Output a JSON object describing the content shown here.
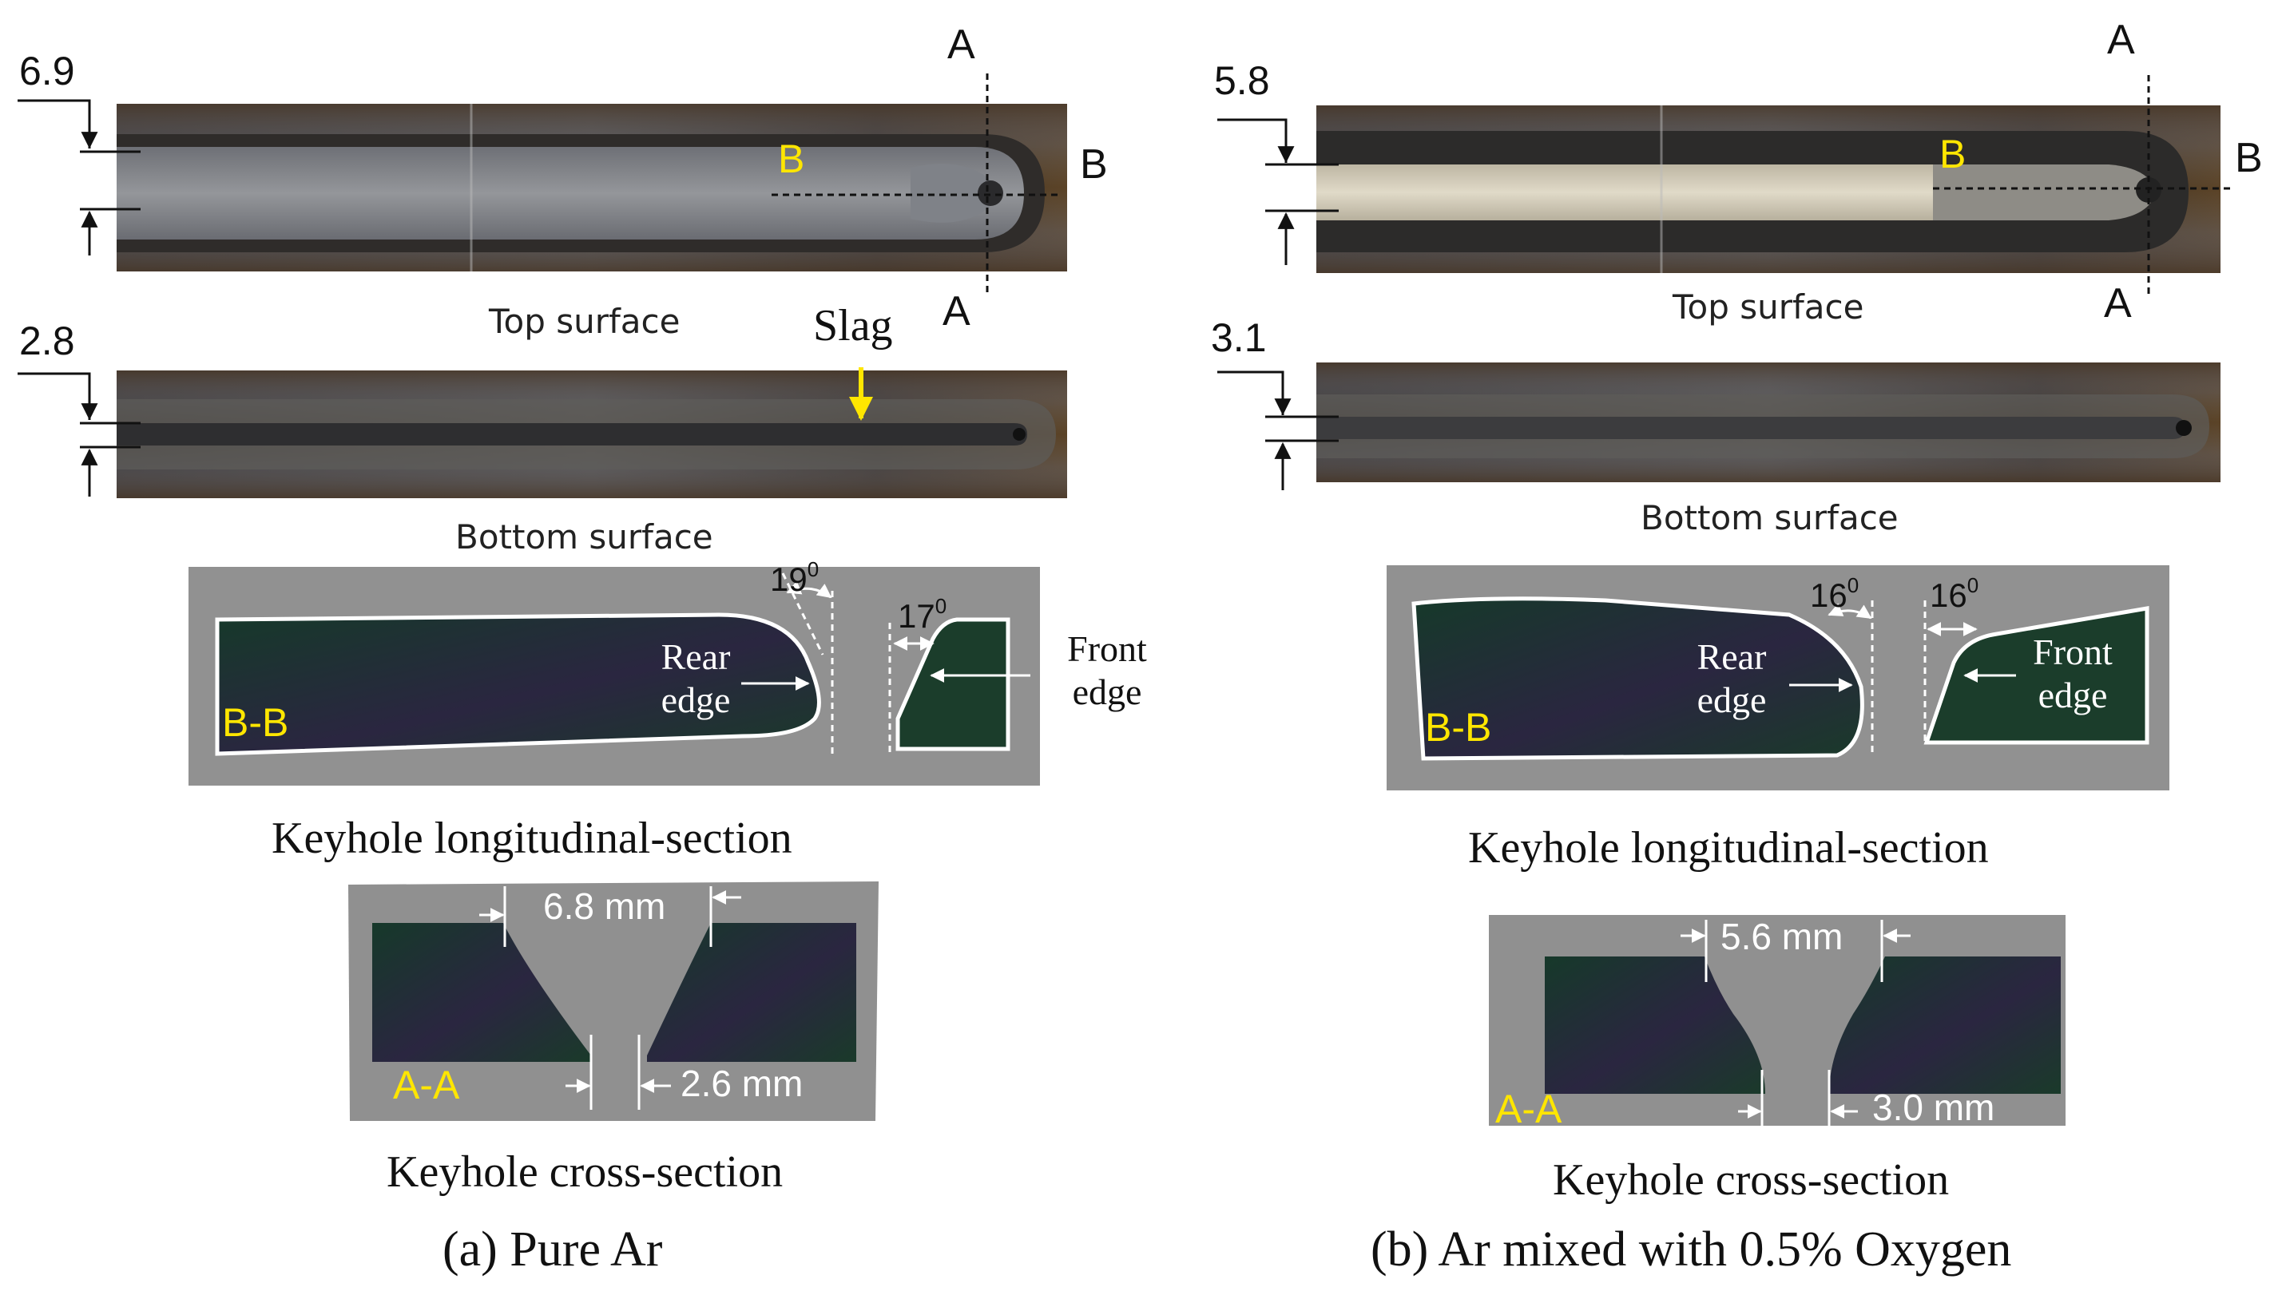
{
  "panel_a": {
    "top_width": "6.9",
    "bottom_width": "2.8",
    "section_a_top": "A",
    "section_a_bottom": "A",
    "section_b_marker": "B",
    "section_b_right": "B",
    "top_surface_label": "Top surface",
    "slag_label": "Slag",
    "bottom_surface_label": "Bottom surface",
    "long_section_tag": "B-B",
    "rear_angle": "19",
    "front_angle": "17",
    "degree_mark": "0",
    "rear_edge_label": "Rear\nedge",
    "front_edge_label": "Front\nedge",
    "long_section_title": "Keyhole longitudinal-section",
    "cross_top_width": "6.8 mm",
    "cross_bottom_width": "2.6 mm",
    "cross_section_tag": "A-A",
    "cross_section_title": "Keyhole cross-section",
    "caption": "(a) Pure Ar"
  },
  "panel_b": {
    "top_width": "5.8",
    "bottom_width": "3.1",
    "section_a_top": "A",
    "section_a_bottom": "A",
    "section_b_marker": "B",
    "section_b_right": "B",
    "top_surface_label": "Top surface",
    "bottom_surface_label": "Bottom surface",
    "long_section_tag": "B-B",
    "rear_angle": "16",
    "front_angle": "16",
    "degree_mark": "0",
    "rear_edge_label": "Rear\nedge",
    "front_edge_label": "Front\nedge",
    "long_section_title": "Keyhole longitudinal-section",
    "cross_top_width": "5.6 mm",
    "cross_bottom_width": "3.0 mm",
    "cross_section_tag": "A-A",
    "cross_section_title": "Keyhole cross-section",
    "caption": "(b) Ar mixed with 0.5% Oxygen"
  },
  "colors": {
    "plate_dark": "#3a342e",
    "weld_grey": "#8a8c8e",
    "weld_bright_b": "#d9d3c2",
    "section_bg": "#8e8e8e",
    "section_green": "#1c3a2a",
    "label_yellow": "#ffe600"
  }
}
